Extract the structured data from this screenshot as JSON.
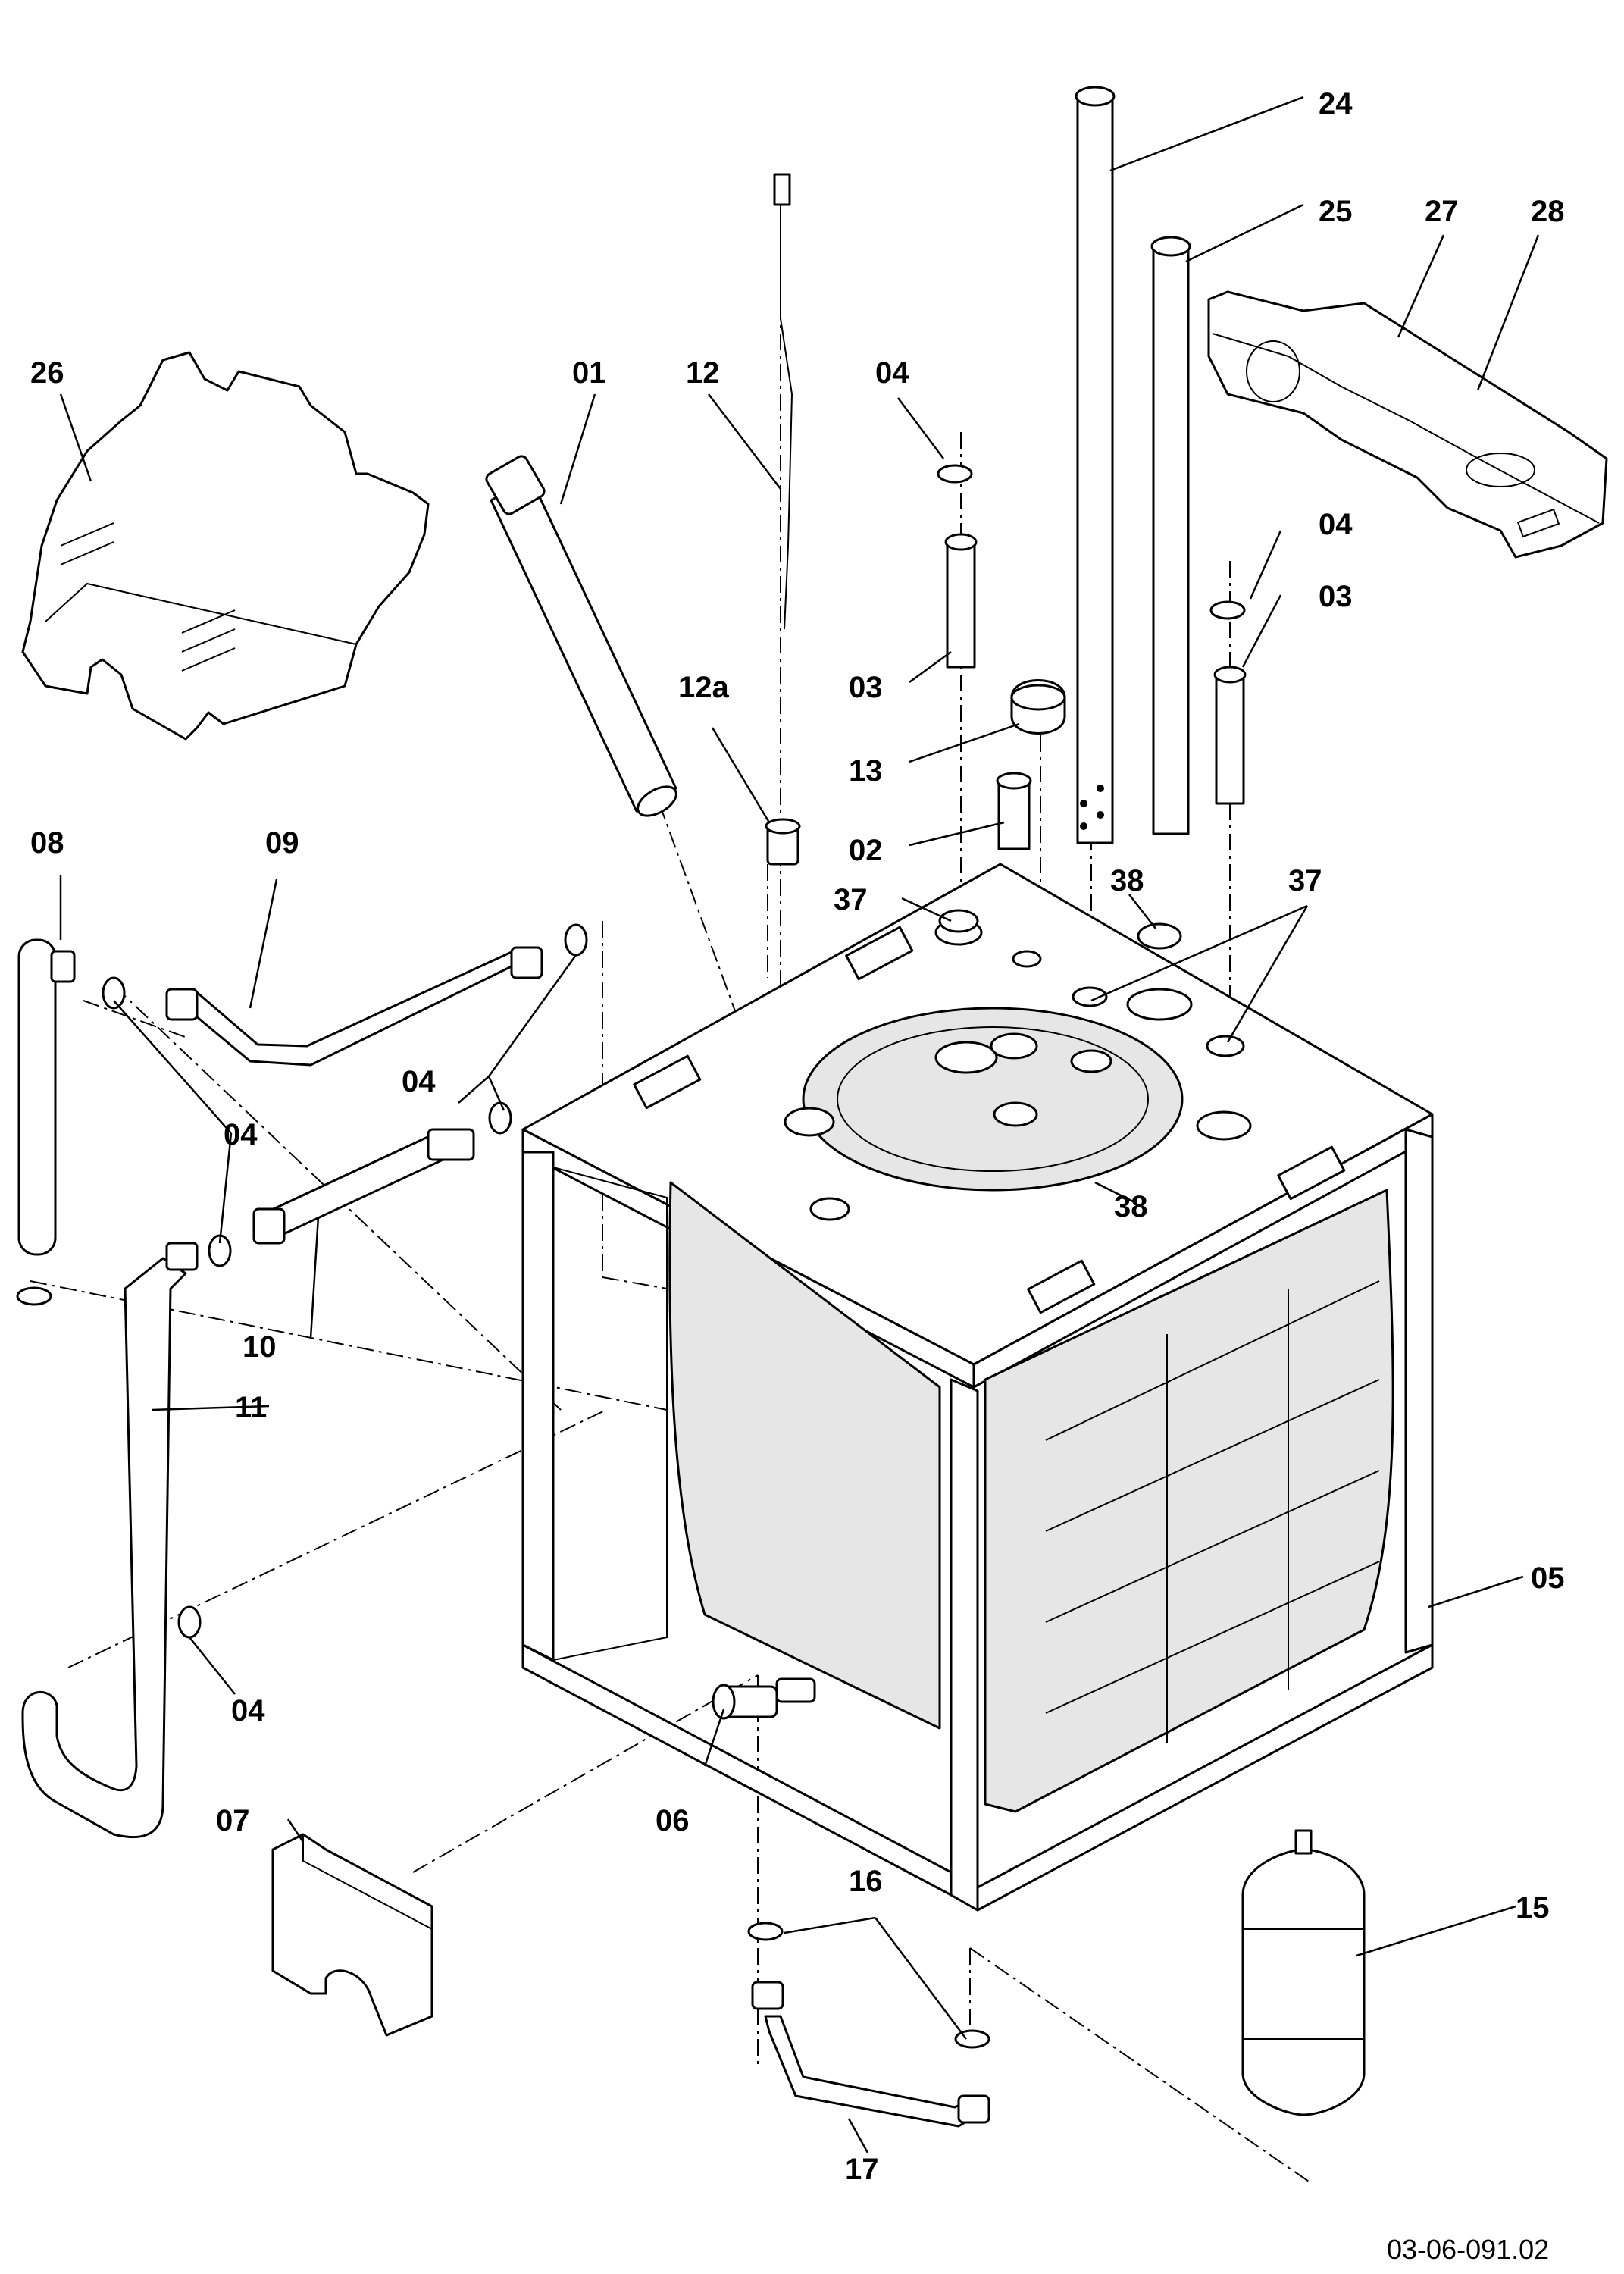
{
  "diagram": {
    "reference_code": "03-06-091.02",
    "callouts": {
      "c01": "01",
      "c02": "02",
      "c03a": "03",
      "c03b": "03",
      "c04a": "04",
      "c04b": "04",
      "c04c": "04",
      "c04d": "04",
      "c04e": "04",
      "c05": "05",
      "c06": "06",
      "c07": "07",
      "c08": "08",
      "c09": "09",
      "c10": "10",
      "c11": "11",
      "c12": "12",
      "c12a": "12a",
      "c13": "13",
      "c15": "15",
      "c16": "16",
      "c17": "17",
      "c24": "24",
      "c25": "25",
      "c26": "26",
      "c27": "27",
      "c28": "28",
      "c37a": "37",
      "c37b": "37",
      "c38a": "38",
      "c38b": "38"
    }
  }
}
